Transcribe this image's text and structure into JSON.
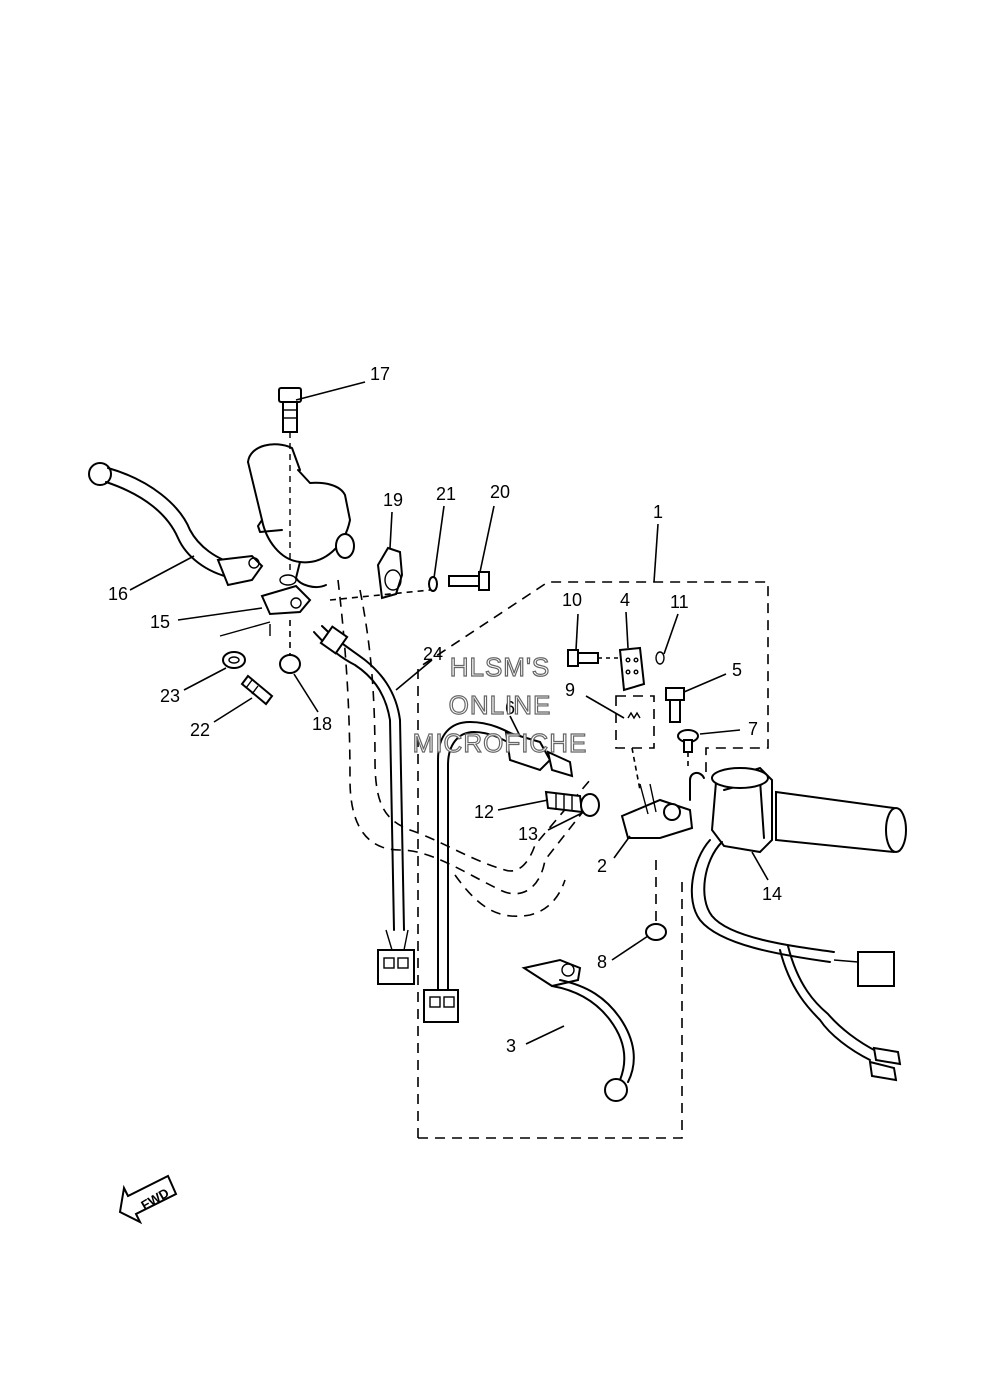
{
  "callouts": {
    "c1": "1",
    "c2": "2",
    "c3": "3",
    "c4": "4",
    "c5": "5",
    "c6": "6",
    "c7": "7",
    "c8": "8",
    "c9": "9",
    "c10": "10",
    "c11": "11",
    "c12": "12",
    "c13": "13",
    "c14": "14",
    "c15": "15",
    "c16": "16",
    "c17": "17",
    "c18": "18",
    "c19": "19",
    "c20": "20",
    "c21": "21",
    "c22": "22",
    "c23": "23",
    "c24": "24"
  },
  "watermark": {
    "line1": "HLSM'S",
    "line2": "ONLINE",
    "line3": "MICROFICHE"
  },
  "fwd_label": "FWD"
}
